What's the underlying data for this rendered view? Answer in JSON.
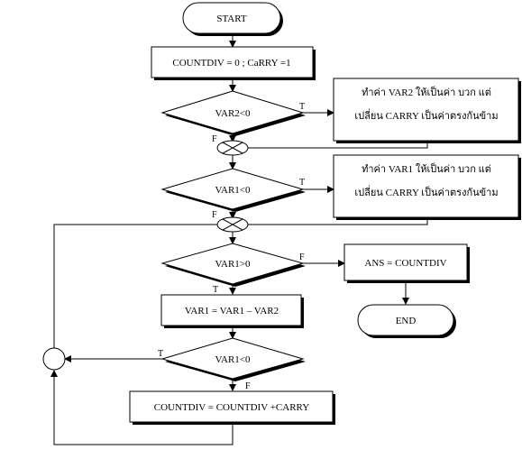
{
  "nodes": {
    "start": "START",
    "init": "COUNTDIV = 0 ; CaRRY =1",
    "cond_var2": "VAR2<0",
    "note1_line1": "ทำค่า VAR2 ให้เป็นค่า บวก แต่",
    "note1_line2": "เปลี่ยน CARRY เป็นค่าตรงกันข้าม",
    "cond_var1_neg": "VAR1<0",
    "note2_line1": "ทำค่า VAR1 ให้เป็นค่า บวก แต่",
    "note2_line2": "เปลี่ยน CARRY เป็นค่าตรงกันข้าม",
    "cond_var1_pos": "VAR1>0",
    "ans": "ANS = COUNTDIV",
    "end": "END",
    "subtract": "VAR1 = VAR1 – VAR2",
    "cond_var1_neg2": "VAR1<0",
    "increment": "COUNTDIV = COUNTDIV +CARRY"
  },
  "labels": {
    "true": "T",
    "false": "F"
  }
}
